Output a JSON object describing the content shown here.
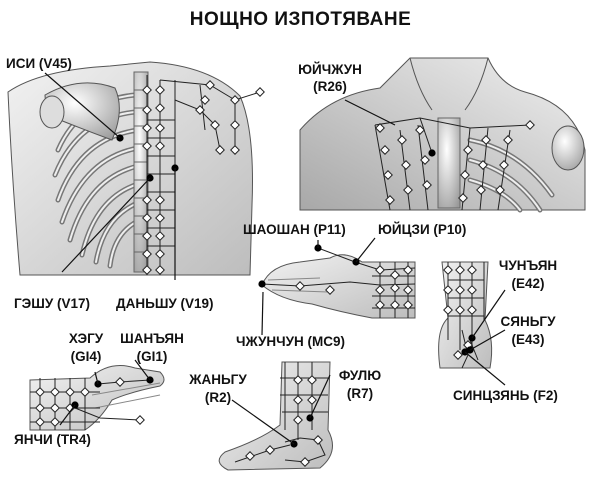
{
  "title": "НОЩНО ИЗПОТЯВАНЕ",
  "labels": {
    "isi": "ИСИ (V45)",
    "geshu": "ГЭШУ (V17)",
    "danshu": "ДАНЬШУ (V19)",
    "yuychzhun_1": "ЮЙЧЖУН",
    "yuychzhun_2": "(R26)",
    "shaoshan": "ШАОШАН (P11)",
    "yuytszi": "ЮЙЦЗИ (P10)",
    "chzhunchun": "ЧЖУНЧУН (MC9)",
    "chunyan_1": "ЧУНЪЯН",
    "chunyan_2": "(E42)",
    "syangu_1": "СЯНЬГУ",
    "syangu_2": "(E43)",
    "sintszyan": "СИНЦЗЯНЬ (F2)",
    "hegu_1": "ХЭГУ",
    "hegu_2": "(GI4)",
    "shanyan_1": "ШАНЪЯН",
    "shanyan_2": "(GI1)",
    "yanchi": "ЯНЧИ (TR4)",
    "zhangu_1": "ЖАНЬГУ",
    "zhangu_2": "(R2)",
    "fulyu_1": "ФУЛЮ",
    "fulyu_2": "(R7)"
  }
}
